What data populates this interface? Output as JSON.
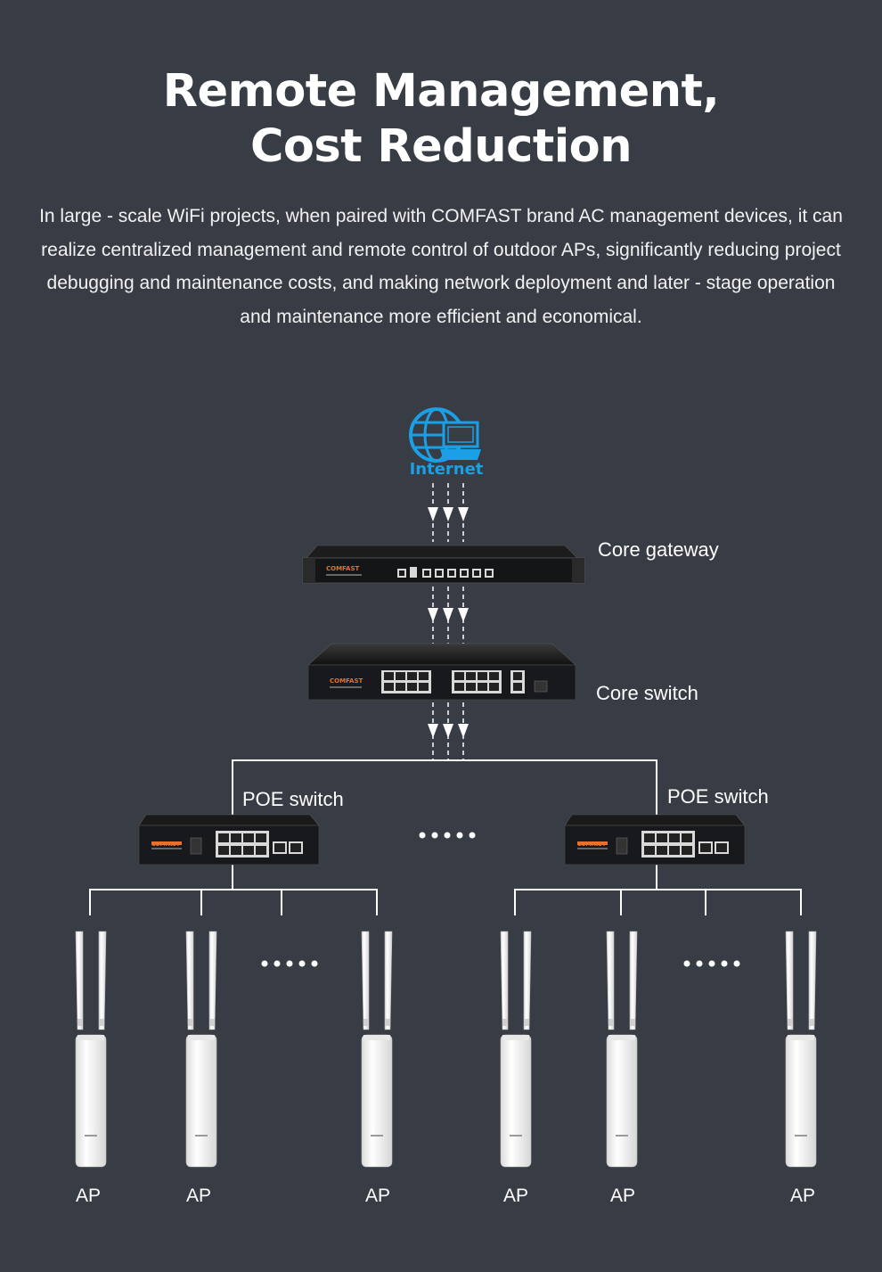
{
  "header": {
    "title_line1": "Remote Management,",
    "title_line2": "Cost Reduction",
    "description": "In large - scale WiFi projects, when paired with COMFAST brand AC management devices, it can realize centralized management and remote control of outdoor APs, significantly reducing project debugging and maintenance costs, and making network deployment and later - stage operation and maintenance more efficient and economical."
  },
  "diagram": {
    "internet_label": "Internet",
    "core_gateway_label": "Core gateway",
    "core_switch_label": "Core switch",
    "poe_switch_left_label": "POE switch",
    "poe_switch_right_label": "POE switch",
    "brand": "COMFAST",
    "ap_labels": [
      "AP",
      "AP",
      "AP",
      "AP",
      "AP",
      "AP"
    ]
  },
  "colors": {
    "background": "#383d45",
    "internet_blue": "#1aa0e6",
    "brand_orange": "#e8702a",
    "line": "#ffffff"
  },
  "icons": {
    "internet": "globe-laptop-icon",
    "ellipsis": "ellipsis-dots-icon"
  }
}
